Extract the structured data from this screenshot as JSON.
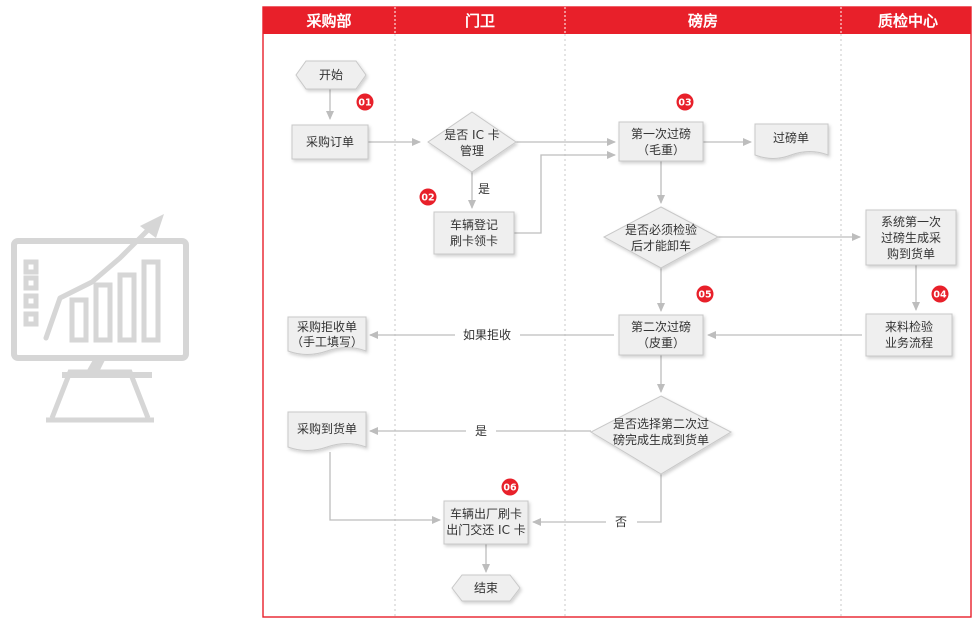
{
  "lanes": {
    "purchasing": "采购部",
    "gate": "门卫",
    "weighroom": "磅房",
    "qc": "质检中心"
  },
  "nodes": {
    "start": "开始",
    "purchase_order": "采购订单",
    "ic_card_q": [
      "是否 IC 卡",
      "管理"
    ],
    "register_vehicle": [
      "车辆登记",
      "刷卡领卡"
    ],
    "first_weigh": [
      "第一次过磅",
      "（毛重）"
    ],
    "weigh_slip": "过磅单",
    "must_inspect_q": [
      "是否必须检验",
      "后才能卸车"
    ],
    "system_receipt": [
      "系统第一次",
      "过磅生成采",
      "购到货单"
    ],
    "inspection_flow": [
      "来料检验",
      "业务流程"
    ],
    "second_weigh": [
      "第二次过磅",
      "（皮重）"
    ],
    "rejection_slip": [
      "采购拒收单",
      "（手工填写）"
    ],
    "choose_second_q": [
      "是否选择第二次过",
      "磅完成生成到货单"
    ],
    "arrival_slip": "采购到货单",
    "exit_card": [
      "车辆出厂刷卡",
      "出门交还 IC 卡"
    ],
    "end": "结束"
  },
  "edges": {
    "yes_register": "是",
    "if_reject": "如果拒收",
    "yes_arrival": "是",
    "no_exit": "否"
  },
  "badges": [
    "01",
    "02",
    "03",
    "04",
    "05",
    "06"
  ],
  "colors": {
    "header_red": "#e8202a",
    "border_red": "#e8202a",
    "node_fill": "#efefef",
    "node_stroke": "#c8c8c8",
    "arrow": "#bdbdbd",
    "icon_gray": "#d3d3d3"
  }
}
